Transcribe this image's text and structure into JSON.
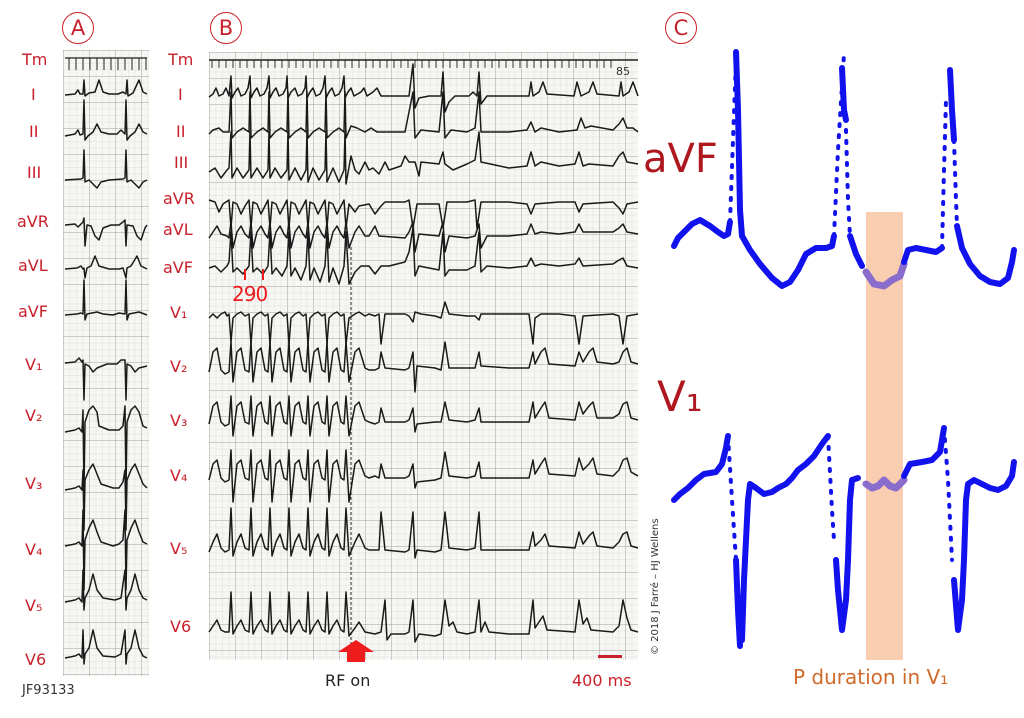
{
  "panel_a": {
    "badge": "A",
    "leads": [
      "Tm",
      "I",
      "II",
      "III",
      "aVR",
      "aVL",
      "aVF",
      "V₁",
      "V₂",
      "V₃",
      "V₄",
      "V₅",
      "V6"
    ],
    "patient_id": "JF93133"
  },
  "panel_b": {
    "badge": "B",
    "leads": [
      "Tm",
      "I",
      "II",
      "III",
      "aVR",
      "aVL",
      "aVF",
      "V₁",
      "V₂",
      "V₃",
      "V₄",
      "V₅",
      "V6"
    ],
    "timemark_number": "85",
    "interval_annotation": "290",
    "rf_label": "RF on",
    "scale_bar_label": "400 ms",
    "copyright": "© 2018 J Farré – HJ Wellens"
  },
  "panel_c": {
    "badge": "C",
    "lead_top": "aVF",
    "lead_bottom": "V₁",
    "highlight_caption": "P duration in V₁"
  },
  "colors": {
    "label_red": "#c8202a",
    "arrow_red": "#ee1c1c",
    "trace_blue": "#1212ee",
    "highlight_peach": "#f8cdb0",
    "overlap_purple": "#8a6ccc",
    "caption_orange": "#d06a2a"
  }
}
